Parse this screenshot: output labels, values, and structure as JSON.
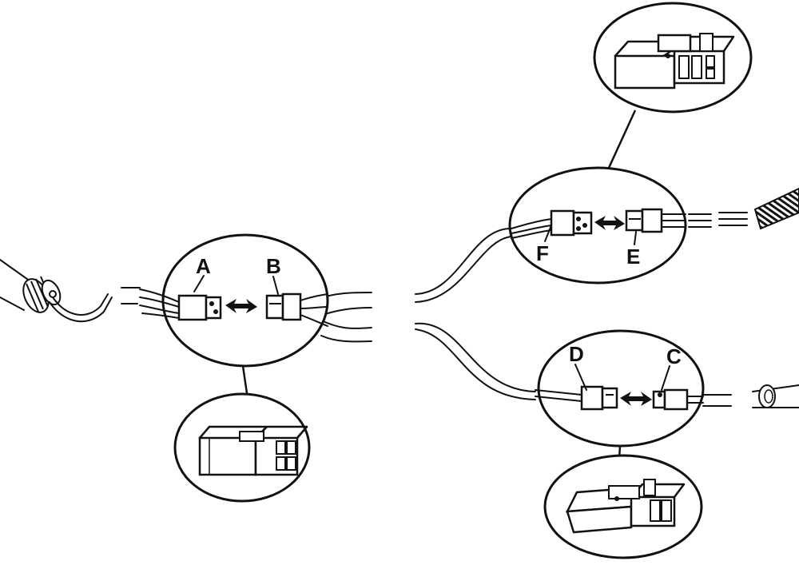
{
  "labels": {
    "a": "A",
    "b": "B",
    "c": "C",
    "d": "D",
    "e": "E",
    "f": "F"
  },
  "colors": {
    "line": "#111111",
    "background": "#ffffff",
    "shading": "#555555"
  }
}
